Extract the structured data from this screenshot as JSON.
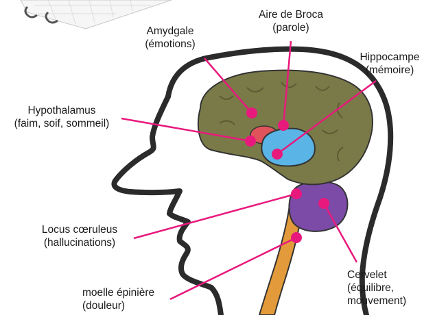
{
  "labels": {
    "broca": {
      "name": "Aire de Broca",
      "role": "(parole)"
    },
    "amygdala": {
      "name": "Amydgale",
      "role": "(émotions)"
    },
    "hippocampus": {
      "name": "Hippocampe",
      "role": "(mémoire)"
    },
    "hypothalamus": {
      "name": "Hypothalamus",
      "role": "(faim, soif, sommeil)"
    },
    "locus": {
      "name": "Locus cœruleus",
      "role": "(hallucinations)"
    },
    "cerebellum": {
      "name": "Cervelet",
      "role": "(équilibre,",
      "role2": "mouvement)"
    },
    "spinal": {
      "name": "moelle épinière",
      "role": "(douleur)"
    }
  },
  "colors": {
    "outline": "#2b2b2b",
    "cerebrum": "#7a7a48",
    "hypothalamus_region": "#e0535a",
    "hippocampus_region": "#5ab4e6",
    "cerebellum_region": "#7c4ba8",
    "spinal_region": "#e39a3a",
    "pointer": "#e8197d"
  }
}
